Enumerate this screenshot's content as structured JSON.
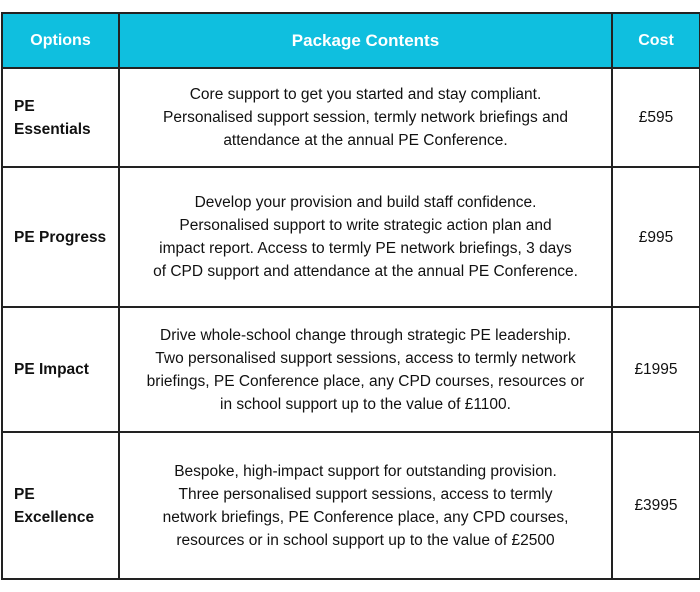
{
  "header": {
    "options": "Options",
    "contents": "Package Contents",
    "cost": "Cost"
  },
  "rows": [
    {
      "option": [
        "PE",
        "Essentials"
      ],
      "contents": [
        "Core support to get you started and stay compliant.",
        "Personalised support session, termly network briefings and",
        "attendance at the annual PE Conference."
      ],
      "cost": "£595"
    },
    {
      "option": [
        "PE Progress"
      ],
      "contents": [
        "Develop your provision and build staff confidence.",
        "Personalised support to write strategic action plan and",
        "impact report. Access to termly PE network briefings, 3 days",
        "of CPD support and attendance at the annual PE Conference."
      ],
      "cost": "£995"
    },
    {
      "option": [
        "PE Impact"
      ],
      "contents": [
        "Drive whole-school change through strategic PE leadership.",
        "Two personalised support sessions, access to termly network",
        "briefings, PE Conference place, any CPD courses, resources or",
        "in school support up to the value of £1100."
      ],
      "cost": "£1995"
    },
    {
      "option": [
        "PE",
        "Excellence"
      ],
      "contents": [
        "Bespoke, high-impact support for outstanding provision.",
        "Three personalised support sessions, access to termly",
        "network briefings, PE Conference place, any CPD courses,",
        "resources or in school support up to the value of £2500"
      ],
      "cost": "£3995"
    }
  ]
}
